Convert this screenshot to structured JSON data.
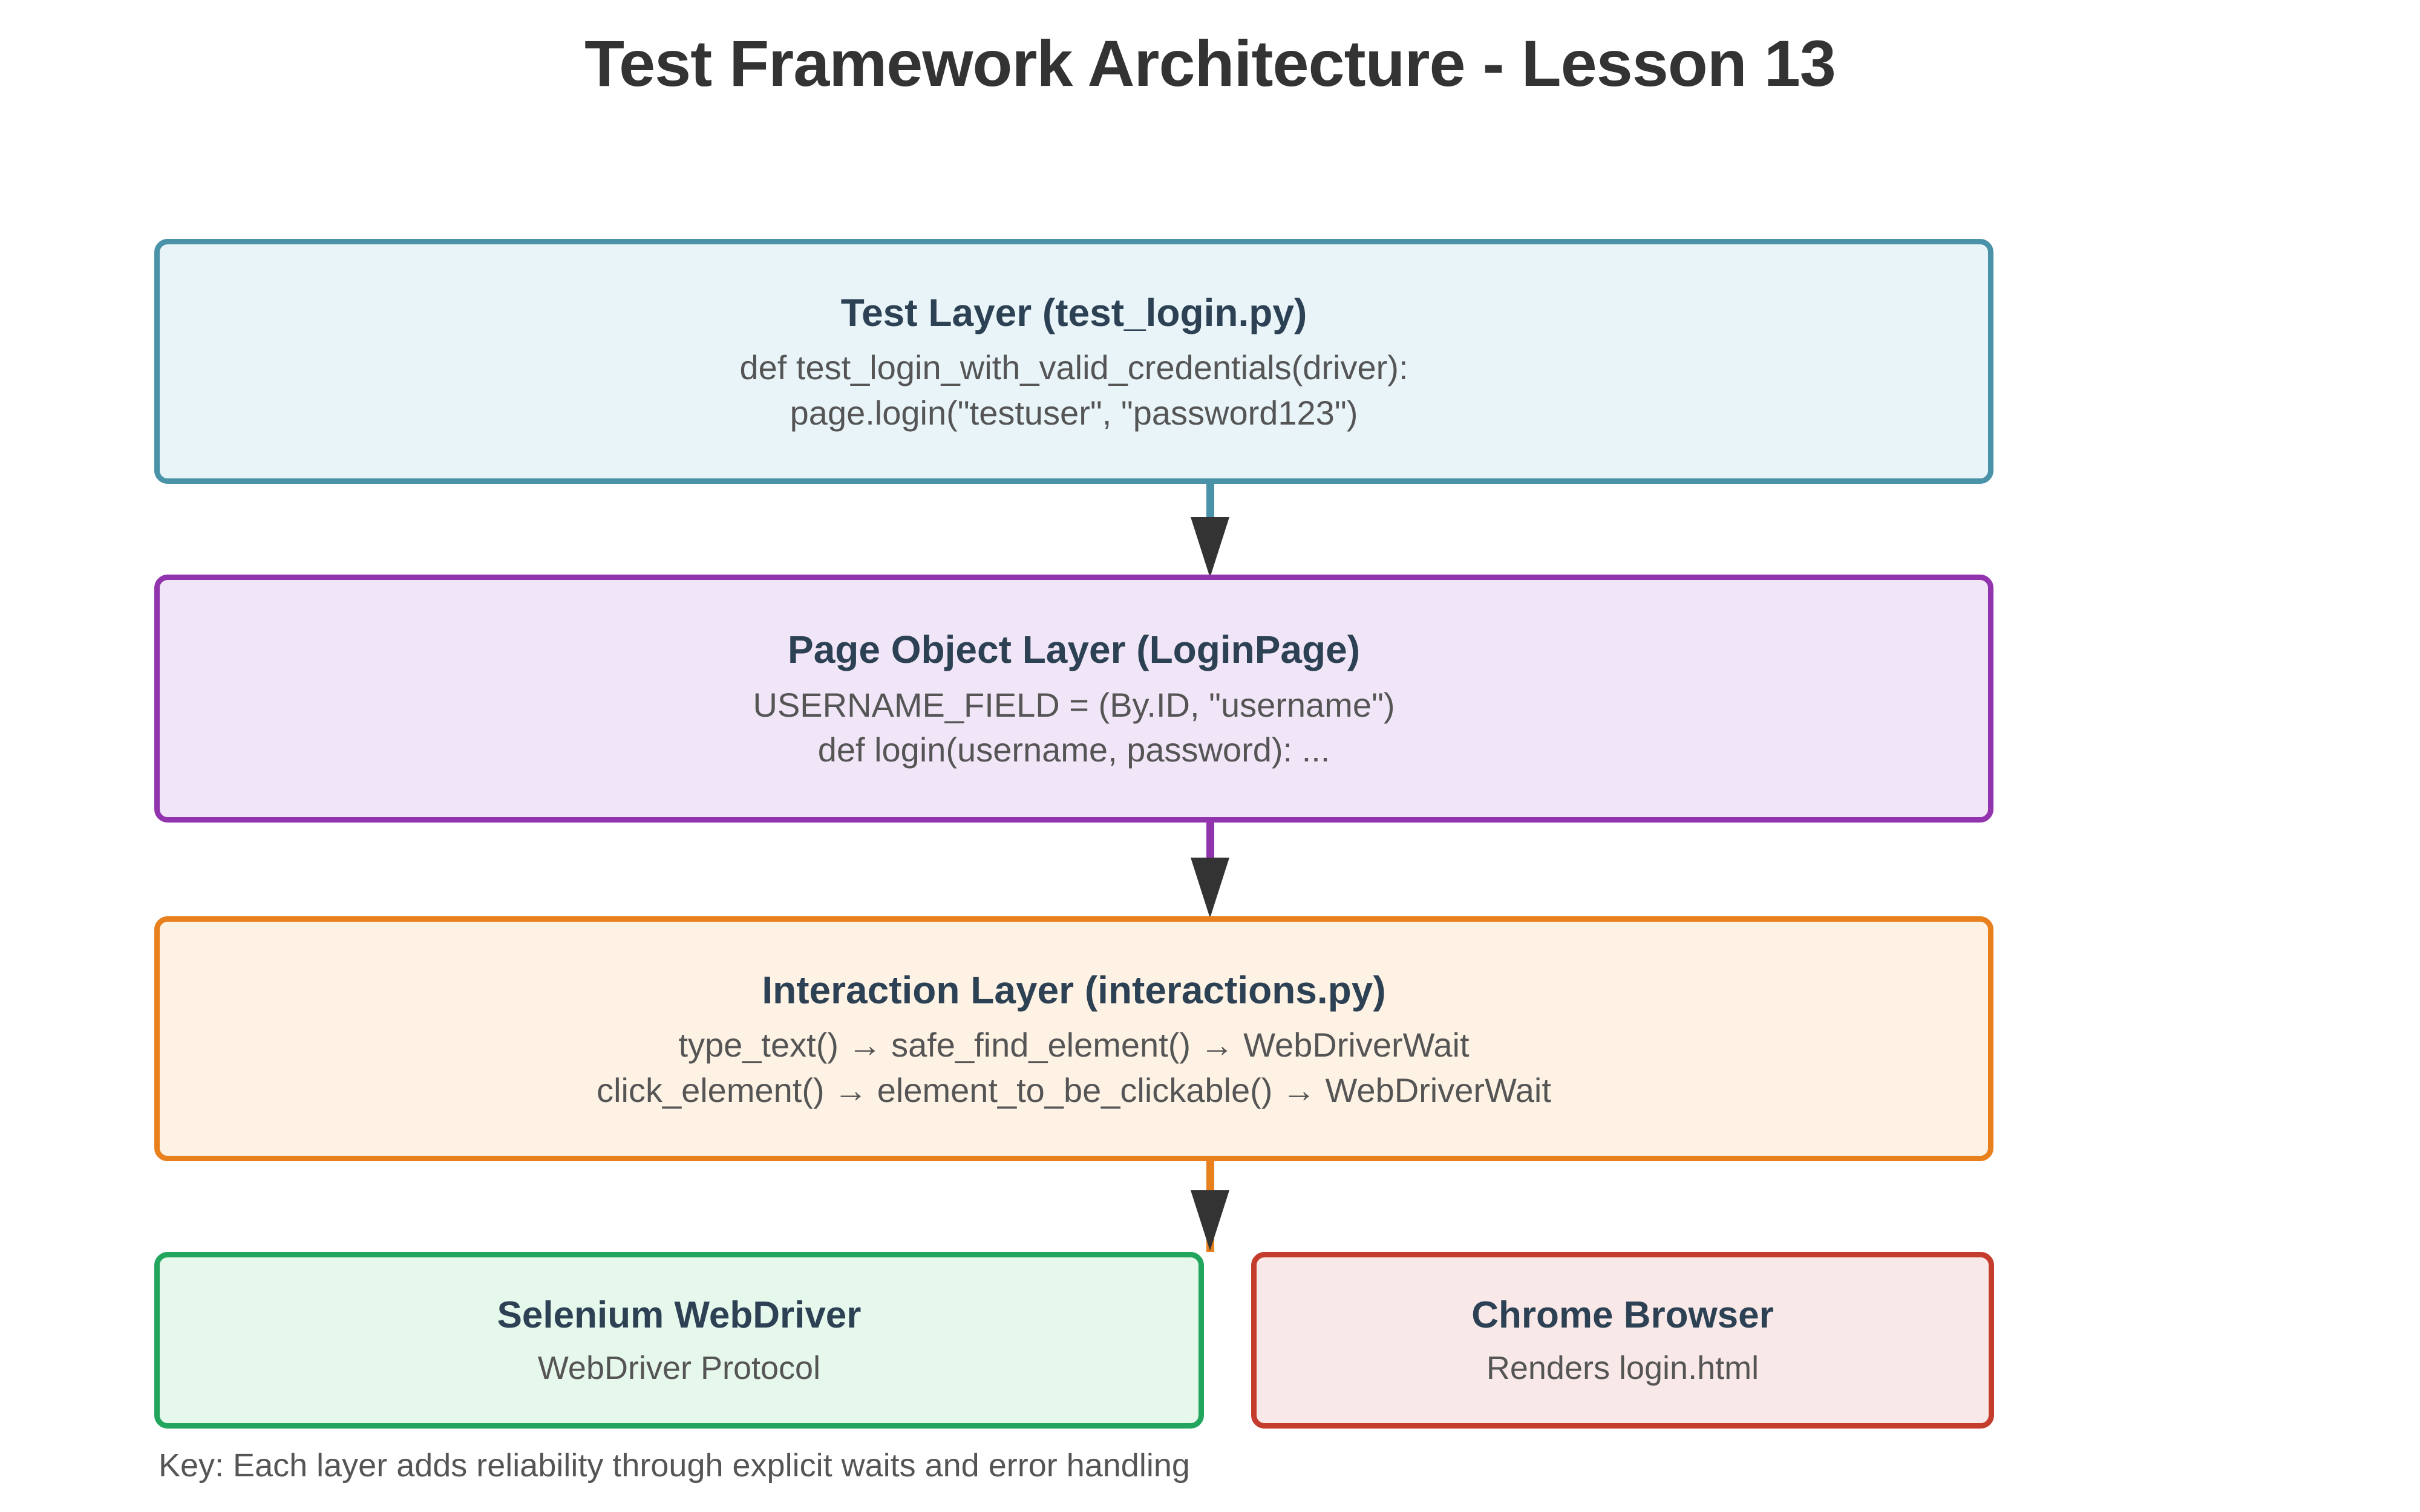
{
  "title": "Test Framework Architecture - Lesson 13",
  "colors": {
    "title_text": "#333333",
    "box_title_text": "#2d4154",
    "box_body_text": "#555555",
    "teal_border": "#4a92a8",
    "teal_fill": "#e8f4f8",
    "purple_border": "#9234ad",
    "purple_fill": "#f0e6f7",
    "orange_border": "#e8801e",
    "orange_fill": "#fdf2e4",
    "green_border": "#22a55c",
    "green_fill": "#e6f7ec",
    "red_border": "#c33c2c",
    "red_fill": "#f8e9e8",
    "arrowhead": "#333333"
  },
  "layers": [
    {
      "id": "test-layer",
      "title": "Test Layer (test_login.py)",
      "line1": "def test_login_with_valid_credentials(driver):",
      "line2": "page.login(\"testuser\", \"password123\")"
    },
    {
      "id": "page-object-layer",
      "title": "Page Object Layer (LoginPage)",
      "line1": "USERNAME_FIELD = (By.ID, \"username\")",
      "line2": "def login(username, password): ..."
    },
    {
      "id": "interaction-layer",
      "title": "Interaction Layer (interactions.py)",
      "line1": "type_text() → safe_find_element() → WebDriverWait",
      "line2": "click_element() → element_to_be_clickable() → WebDriverWait"
    },
    {
      "id": "selenium-webdriver",
      "title": "Selenium WebDriver",
      "line1": "WebDriver Protocol"
    },
    {
      "id": "chrome-browser",
      "title": "Chrome Browser",
      "line1": "Renders login.html"
    }
  ],
  "connectors": [
    {
      "id": "test-to-page",
      "from": "test-layer",
      "to": "page-object-layer",
      "color": "#4a92a8"
    },
    {
      "id": "page-to-interaction",
      "from": "page-object-layer",
      "to": "interaction-layer",
      "color": "#9234ad"
    },
    {
      "id": "interaction-to-driver",
      "from": "interaction-layer",
      "to": "selenium-webdriver",
      "color": "#e8801e"
    }
  ],
  "key_note": "Key: Each layer adds reliability through explicit waits and error handling"
}
